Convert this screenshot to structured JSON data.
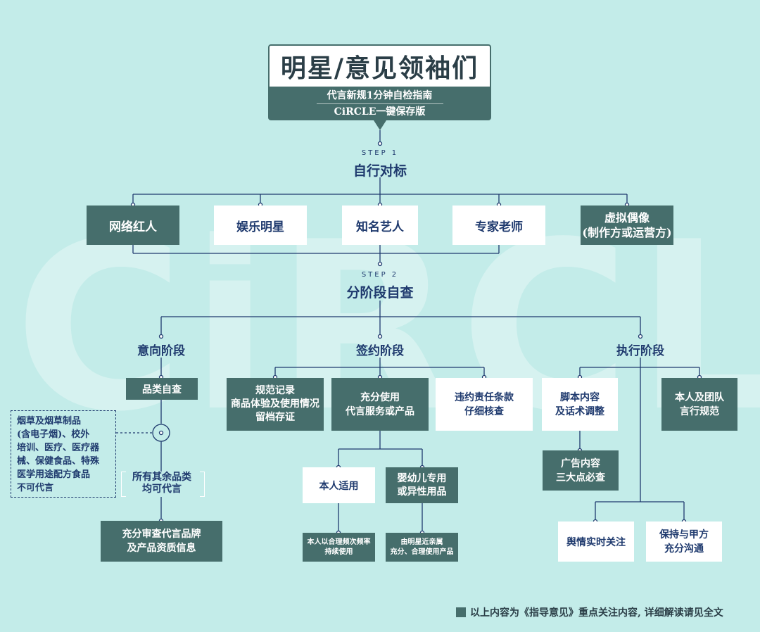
{
  "watermark": "CiRCLE",
  "header": {
    "title": "明星/意见领袖们",
    "subtitle": "代言新规1分钟自检指南",
    "edition": "CiRCLE一键保存版"
  },
  "step1": {
    "tag": "STEP 1",
    "title": "自行对标"
  },
  "categories": [
    {
      "lines": [
        "网络红人"
      ]
    },
    {
      "lines": [
        "娱乐明星"
      ]
    },
    {
      "lines": [
        "知名艺人"
      ]
    },
    {
      "lines": [
        "专家老师"
      ]
    },
    {
      "lines": [
        "虚拟偶像",
        "(制作方或运营方)"
      ]
    }
  ],
  "step2": {
    "tag": "STEP 2",
    "title": "分阶段自查"
  },
  "phases": {
    "intent": {
      "title": "意向阶段",
      "check": "品类自查",
      "banned": [
        "烟草及烟草制品",
        "(含电子烟)、校外",
        "培训、医疗、医疗器",
        "械、保健食品、特殊",
        "医学用途配方食品",
        "不可代言"
      ],
      "allowed": [
        "所有其余品类",
        "均可代言"
      ],
      "review": [
        "充分审查代言品牌",
        "及产品资质信息"
      ]
    },
    "contract": {
      "title": "签约阶段",
      "records": [
        "规范记录",
        "商品体验及使用情况",
        "留档存证"
      ],
      "use": [
        "充分使用",
        "代言服务或产品"
      ],
      "liability": [
        "违约责任条款",
        "仔细核查"
      ],
      "self_use": {
        "label": [
          "本人适用"
        ],
        "note": [
          "本人以合理频次频率",
          "持续使用"
        ]
      },
      "infant": {
        "label": [
          "婴幼儿专用",
          "或异性用品"
        ],
        "note": [
          "由明星近亲属",
          "充分、合理使用产品"
        ]
      }
    },
    "execute": {
      "title": "执行阶段",
      "script": [
        "脚本内容",
        "及话术调整"
      ],
      "ad": [
        "广告内容",
        "三大点必查"
      ],
      "team": [
        "本人及团队",
        "言行规范"
      ],
      "opinion": [
        "舆情实时关注"
      ],
      "client": [
        "保持与甲方",
        "充分沟通"
      ]
    }
  },
  "footer": "以上内容为《指导意见》重点关注内容, 详细解读请见全文",
  "colors": {
    "background": "#c3ece9",
    "dark_box": "#466e6c",
    "light_box": "#ffffff",
    "text": "#1f3a6e",
    "connector": "#1f3a6e"
  }
}
